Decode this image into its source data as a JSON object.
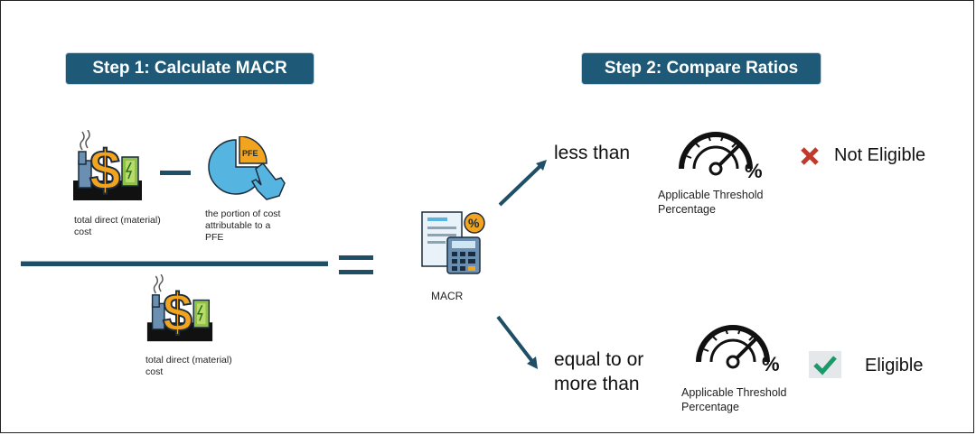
{
  "step1": {
    "label": "Step 1: Calculate MACR"
  },
  "step2": {
    "label": "Step 2: Compare Ratios"
  },
  "numerator": {
    "left_caption": "total direct (material) cost",
    "right_caption": "the portion of cost attributable to a PFE",
    "pie_label": "PFE"
  },
  "denominator": {
    "caption": "total direct (material) cost"
  },
  "macr": {
    "caption": "MACR"
  },
  "branch_less": {
    "condition": "less than",
    "threshold_caption": "Applicable Threshold Percentage",
    "result": "Not Eligible"
  },
  "branch_more": {
    "condition": "equal to or more than",
    "threshold_caption": "Applicable Threshold Percentage",
    "result": "Eligible"
  },
  "colors": {
    "accent": "#1e5a78",
    "line": "#1f4f66",
    "cross": "#c0392b",
    "check": "#1a9a6a",
    "dollar": "#f2a41e",
    "pie": "#56b5e0"
  },
  "icons": [
    "factory-dollar-icon",
    "pie-hand-icon",
    "calculator-document-icon",
    "gauge-icon",
    "cross-icon",
    "checkmark-icon"
  ]
}
